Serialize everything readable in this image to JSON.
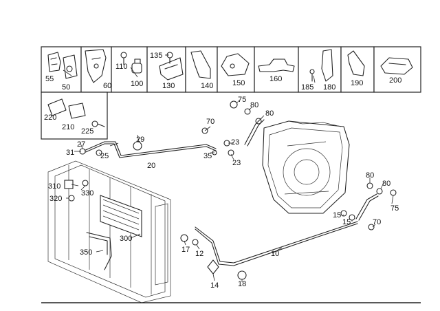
{
  "parts_grid": {
    "row1": [
      "55",
      "50",
      "60",
      "110",
      "100",
      "135",
      "130",
      "140",
      "150",
      "160",
      "185",
      "180",
      "190",
      "200"
    ],
    "row2": [
      "220",
      "210",
      "225"
    ]
  },
  "callouts": {
    "c75a": "75",
    "c80a": "80",
    "c80b": "80",
    "c70": "70",
    "c29": "29",
    "c27": "27",
    "c31": "31",
    "c25": "25",
    "c20": "20",
    "c35": "35",
    "c23a": "23",
    "c23b": "23",
    "c310": "310",
    "c330": "330",
    "c320": "320",
    "c300": "300",
    "c350": "350",
    "c17": "17",
    "c12": "12",
    "c14": "14",
    "c18": "18",
    "c10": "10",
    "c80c": "80",
    "c80d": "80",
    "c75b": "75",
    "c15a": "15",
    "c15b": "15",
    "c70b": "70"
  }
}
